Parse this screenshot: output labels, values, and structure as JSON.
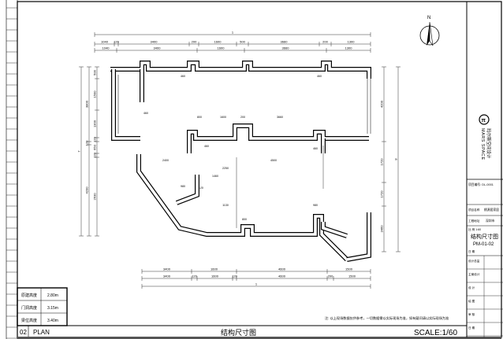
{
  "drawing": {
    "sheet_number": "02",
    "sheet_type": "PLAN",
    "title": "结构尺寸图",
    "scale": "SCALE:1/60",
    "note": "注: 以上现场数据仅供参考，一切数据需以实际现场为准，如有疑问请以实际现场为准"
  },
  "heights_table": [
    {
      "label": "原建高度",
      "value": "2.80m"
    },
    {
      "label": "门洞高度",
      "value": "3.15m"
    },
    {
      "label": "梁位高度",
      "value": "3.40m"
    }
  ],
  "compass": {
    "label": "N"
  },
  "title_block": {
    "brand_en": "MARS SPACE",
    "brand_cn": "玛尔斯空间设计",
    "project_no": "项目编号: DL-0001",
    "project_label": "项目名称",
    "project_value": "桃源居家居",
    "client_label": "工程地址",
    "client_value": "深圳市",
    "scale_row": "比 例 1:60",
    "sheet_title": "结构尺寸图",
    "sheet_code": "PM-01-02",
    "date_row": "日 期",
    "rows": [
      "设计总监",
      "主案设计",
      "设 计",
      "绘 图",
      "审 核",
      "日 期"
    ]
  },
  "dimensions": {
    "top_total": "11900",
    "top_row1": [
      "1040",
      "120",
      "3400",
      "200",
      "1600",
      "500",
      "3660",
      "200",
      "1300"
    ],
    "top_row2": [
      "1040",
      "3400",
      "1600",
      "3660",
      "1300"
    ],
    "bottom_row1": [
      "3400",
      "1600",
      "4600",
      "1500"
    ],
    "bottom_row2": [
      "3400",
      "120",
      "1600",
      "120",
      "4600",
      "200",
      "1500"
    ],
    "bottom_total": "10740",
    "left_total": "7780",
    "left_row1": [
      "3800",
      "120",
      "4200"
    ],
    "left_row2": [
      "500",
      "1500",
      "1300",
      "120",
      "650",
      "120",
      "2630"
    ],
    "right_total": "8100",
    "right_row1": [
      "4200",
      "1720",
      "1720",
      "3460"
    ],
    "interior": [
      "800",
      "1600",
      "200",
      "3660",
      "460",
      "460",
      "2400",
      "4500",
      "2250",
      "1460",
      "980",
      "1120",
      "1130",
      "800",
      "980",
      "460",
      "460",
      "460"
    ]
  }
}
